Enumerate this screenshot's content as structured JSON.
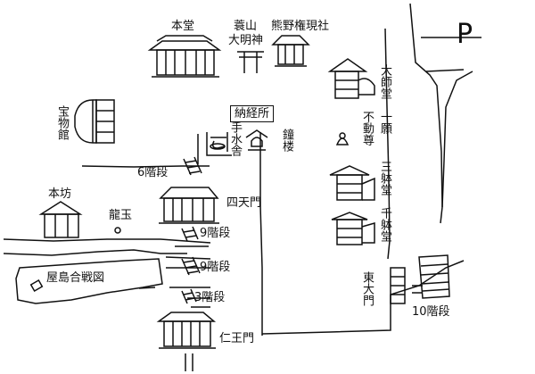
{
  "labels": {
    "hondo": "本堂",
    "mozan": "蓑山",
    "daimyojin": "大明神",
    "kumano": "熊野権現社",
    "parking": "P",
    "daishido": "大師堂",
    "ichigan_fudoson": "一願不動尊",
    "fudoson": "不動尊",
    "ichigan": "一願",
    "sanmaido": "三躰堂",
    "senmaido": "千躰堂",
    "higashi_daimon": "東大門",
    "step10": "10階段",
    "nokyosho": "納経所",
    "temizusha": "手水舎",
    "shoro": "鐘楼",
    "homotsukan": "宝物館",
    "step6": "6階段",
    "honbo": "本坊",
    "ryugyoku": "龍玉",
    "shitenmon": "四天門",
    "step9a": "9階段",
    "step9b": "9階段",
    "yashima": "屋島合戦図",
    "step3": "3階段",
    "niomon": "仁王門"
  }
}
